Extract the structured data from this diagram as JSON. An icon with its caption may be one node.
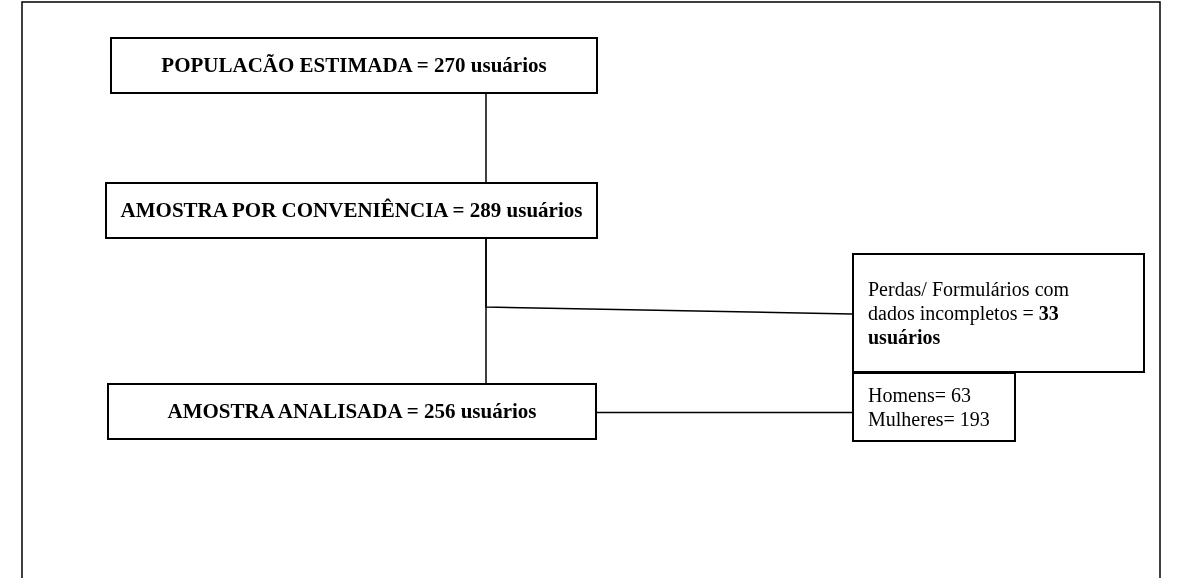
{
  "diagram": {
    "nodes": [
      {
        "text": [
          "POPULACÃO ESTIMADA = 270 usuários"
        ]
      },
      {
        "text": [
          "AMOSTRA POR CONVENIÊNCIA = 289 usuários"
        ]
      },
      {
        "text": [
          "Perdas/ Formulários com dados incompletos = **33 usuários**"
        ]
      },
      {
        "text": [
          "AMOSTRA ANALISADA = 256 usuários"
        ]
      },
      {
        "text": [
          "Homens= 63",
          "Mulheres= 193"
        ]
      }
    ],
    "edges": [
      {
        "from": 0,
        "to": 1,
        "arrow": "none"
      },
      {
        "from": 1,
        "to": 2,
        "arrow": "none"
      },
      {
        "from": 1,
        "to": 3,
        "arrow": "none"
      },
      {
        "from": 3,
        "to": 4,
        "arrow": "none"
      }
    ]
  }
}
